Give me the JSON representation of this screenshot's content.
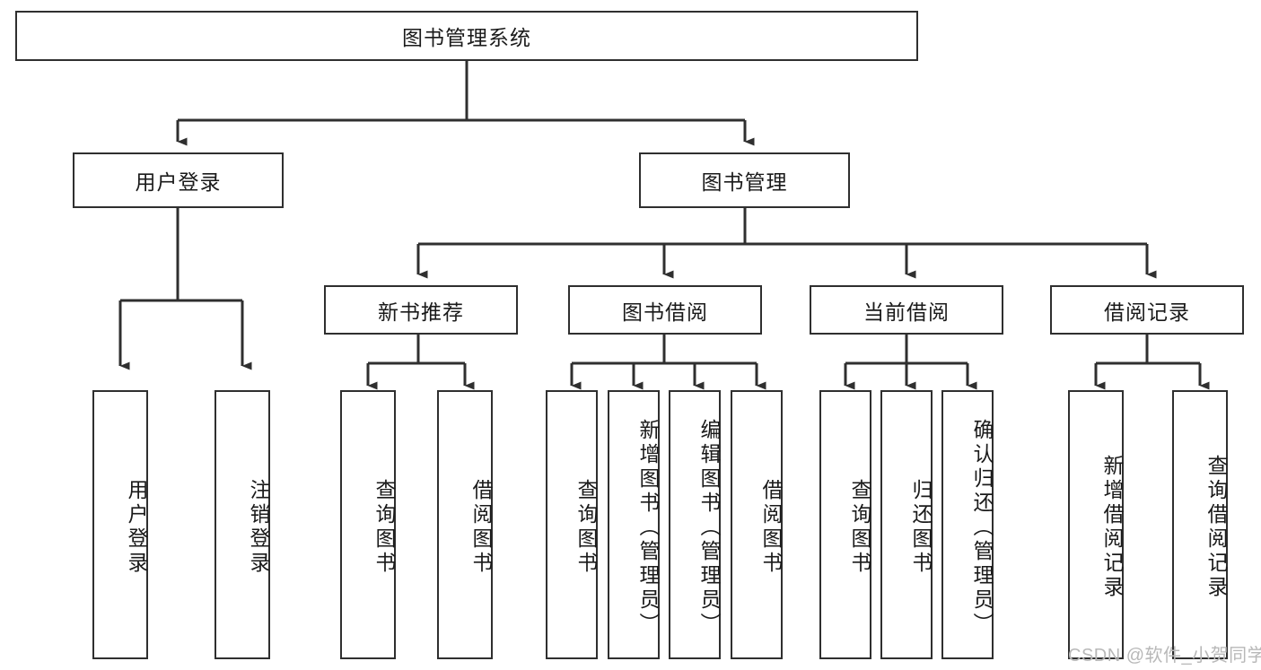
{
  "diagram": {
    "type": "tree",
    "title": "图书管理系统",
    "root": {
      "label": "图书管理系统"
    },
    "level2": [
      {
        "label": "用户登录"
      },
      {
        "label": "图书管理"
      }
    ],
    "level3": [
      {
        "label": "新书推荐"
      },
      {
        "label": "图书借阅"
      },
      {
        "label": "当前借阅"
      },
      {
        "label": "借阅记录"
      }
    ],
    "leaves": {
      "user_login": [
        {
          "label": "用户登录"
        },
        {
          "label": "注销登录"
        }
      ],
      "new_book_recommend": [
        {
          "label": "查询图书"
        },
        {
          "label": "借阅图书"
        }
      ],
      "book_borrow": [
        {
          "label": "查询图书"
        },
        {
          "label": "新增图书（管理员）"
        },
        {
          "label": "编辑图书（管理员）"
        },
        {
          "label": "借阅图书"
        }
      ],
      "current_borrow": [
        {
          "label": "查询图书"
        },
        {
          "label": "归还图书"
        },
        {
          "label": "确认归还（管理员）"
        }
      ],
      "borrow_record": [
        {
          "label": "新增借阅记录"
        },
        {
          "label": "查询借阅记录"
        }
      ]
    }
  },
  "watermark": {
    "text": "CSDN @软件_小贺同学"
  },
  "colors": {
    "stroke": "#2f2f2f",
    "fill": "#ffffff",
    "text": "#1a1a1a",
    "watermark": "#b8b8b8"
  }
}
